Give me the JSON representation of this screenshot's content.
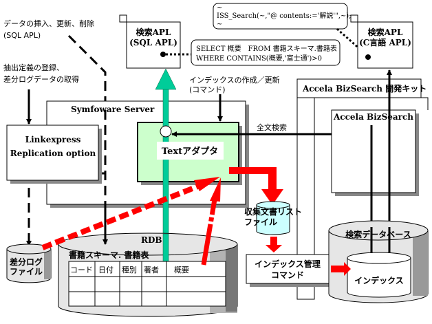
{
  "labels": {
    "insert_update_delete": "データの挿入、更新、削除",
    "sql_apl_note": "(SQL APL)",
    "extract_def_1": "抽出定義の登録、",
    "extract_def_2": "差分ログデータの取得",
    "index_create_1": "インデックスの作成／更新",
    "index_create_2": "(コマンド)",
    "fulltext_search": "全文検索",
    "rdb": "RDB"
  },
  "search_apl_sql": {
    "title": "検索APL",
    "subtitle": "(SQL APL)"
  },
  "search_apl_c": {
    "title": "検索APL",
    "subtitle": "(C言語 APL)"
  },
  "sql_bubble": {
    "line1": "SELECT 概要　FROM 書籍スキーマ.書籍表",
    "line2": "WHERE CONTAINS(概要,'富士通')>0"
  },
  "iss_bubble": {
    "line1": "~",
    "line2": "ISS_Search(~,\"@ contents:='解説'\",~);",
    "line3": "~"
  },
  "symfoware": {
    "title": "Symfoware  Server"
  },
  "linkexpress": {
    "line1": "Linkexpress",
    "line2": "Replication option"
  },
  "text_adapter": {
    "label": "Textアダプタ"
  },
  "kit": {
    "title": "Accela BizSearch 開発キット"
  },
  "bizsearch": {
    "title": "Accela BizSearch"
  },
  "collect_file": {
    "line1": "収集文書リスト",
    "line2": "ファイル"
  },
  "index_cmd": {
    "line1": "インデックス管理",
    "line2": "コマンド"
  },
  "search_db": {
    "title": "検索データベース",
    "index": "インデックス"
  },
  "diff_log": {
    "line1": "差分ログ",
    "line2": "ファイル"
  },
  "rdb_table": {
    "title": "書籍スキーマ. 書籍表",
    "columns": [
      "コード",
      "日付",
      "種別",
      "著者",
      "概要"
    ]
  },
  "colors": {
    "adapter_fill": "#ccffcc",
    "db_arrow": "#00cc99",
    "red_arrow": "#ff0000",
    "file_fill": "#ccffff",
    "cylinder": "#e6e6e6"
  }
}
